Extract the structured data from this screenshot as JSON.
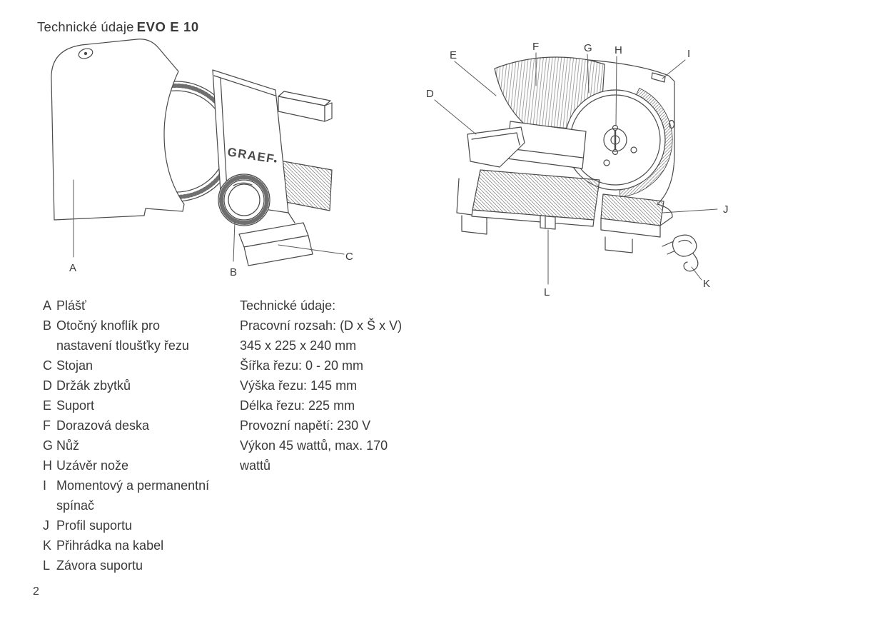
{
  "page": {
    "title_prefix": "Technické údaje",
    "title_model": "EVO E 10",
    "page_number": "2"
  },
  "diagram_left": {
    "brand": "GRAEF",
    "labels": [
      "A",
      "B",
      "C"
    ]
  },
  "diagram_right": {
    "labels": [
      "D",
      "E",
      "F",
      "G",
      "H",
      "I",
      "J",
      "K",
      "L"
    ]
  },
  "legend": {
    "items": [
      {
        "key": "A",
        "label": "Plášť"
      },
      {
        "key": "B",
        "label": "Otočný knoflík pro",
        "label2": "nastavení tloušťky řezu"
      },
      {
        "key": "C",
        "label": "Stojan"
      },
      {
        "key": "D",
        "label": "Držák zbytků"
      },
      {
        "key": "E",
        "label": "Suport"
      },
      {
        "key": "F",
        "label": "Dorazová deska"
      },
      {
        "key": "G",
        "label": "Nůž"
      },
      {
        "key": "H",
        "label": "Uzávěr nože"
      },
      {
        "key": "I",
        "label": "Momentový a permanentní",
        "label2": "spínač"
      },
      {
        "key": "J",
        "label": "Profil suportu"
      },
      {
        "key": "K",
        "label": "Přihrádka na kabel"
      },
      {
        "key": "L",
        "label": "Závora suportu"
      }
    ]
  },
  "specs": {
    "heading": "Technické údaje:",
    "lines": [
      "Pracovní rozsah: (D x Š x V)",
      "345 x 225 x 240 mm",
      "Šířka řezu: 0 - 20 mm",
      "Výška řezu: 145 mm",
      "Délka řezu: 225 mm",
      "Provozní napětí: 230 V",
      "Výkon 45 wattů, max. 170 wattů"
    ]
  }
}
